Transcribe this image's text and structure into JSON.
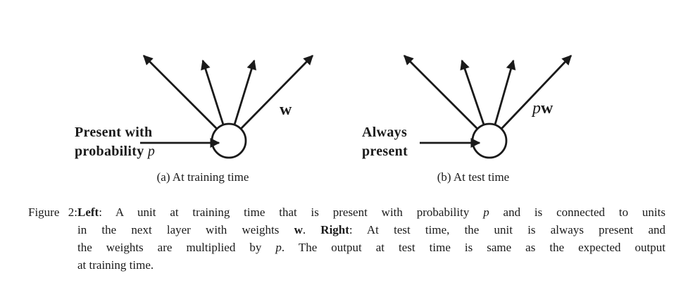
{
  "page": {
    "background_color": "#ffffff",
    "ink_color": "#1a1a1a"
  },
  "figure": {
    "panel_a": {
      "input_label_line1": "Present with",
      "input_label_line2_word": "probability",
      "input_label_line2_math": "p",
      "weight_label": "w",
      "subcaption": "(a) At training time"
    },
    "panel_b": {
      "input_label_line1": "Always",
      "input_label_line2": "present",
      "weight_label_math": "p",
      "weight_label_bold": "w",
      "subcaption": "(b) At test time"
    },
    "caption": {
      "prefix": "Figure 2:",
      "lines": [
        {
          "segments": [
            {
              "text": "Left",
              "style": "bold"
            },
            {
              "text": ": A unit at training time that is present with probability ",
              "style": "regular"
            },
            {
              "text": "p",
              "style": "italic"
            },
            {
              "text": " and is connected to units",
              "style": "regular"
            }
          ]
        },
        {
          "segments": [
            {
              "text": "in the next layer with weights ",
              "style": "regular"
            },
            {
              "text": "w",
              "style": "bold"
            },
            {
              "text": ". ",
              "style": "regular"
            },
            {
              "text": "Right",
              "style": "bold"
            },
            {
              "text": ": At test time, the unit is always present and",
              "style": "regular"
            }
          ]
        },
        {
          "segments": [
            {
              "text": "the weights are multiplied by ",
              "style": "regular"
            },
            {
              "text": "p",
              "style": "italic"
            },
            {
              "text": ". The output at test time is same as the expected output",
              "style": "regular"
            }
          ]
        },
        {
          "segments": [
            {
              "text": "at training time.",
              "style": "regular"
            }
          ]
        }
      ]
    }
  }
}
